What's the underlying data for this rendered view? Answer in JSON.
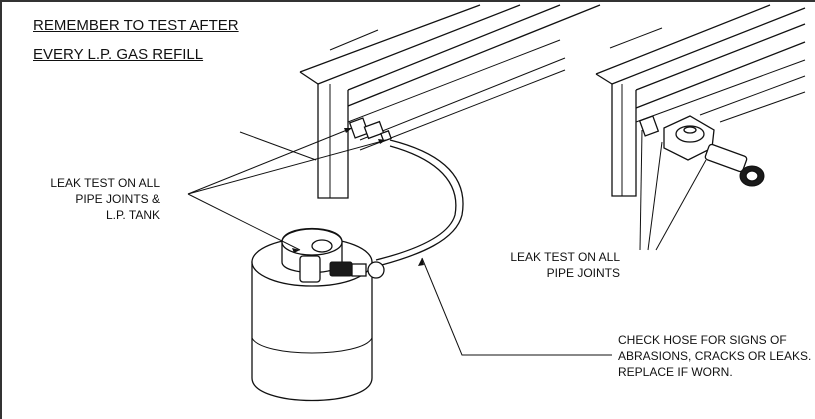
{
  "heading": {
    "line1": "REMEMBER TO TEST AFTER",
    "line2": "EVERY L.P. GAS REFILL"
  },
  "callout_left": {
    "line1": "LEAK TEST ON ALL",
    "line2": "PIPE JOINTS &",
    "line3": "L.P. TANK"
  },
  "callout_right": {
    "line1": "LEAK TEST ON ALL",
    "line2": "PIPE JOINTS"
  },
  "callout_hose": {
    "line1": "CHECK HOSE FOR SIGNS OF",
    "line2": "ABRASIONS, CRACKS OR LEAKS.",
    "line3": "REPLACE IF WORN."
  }
}
